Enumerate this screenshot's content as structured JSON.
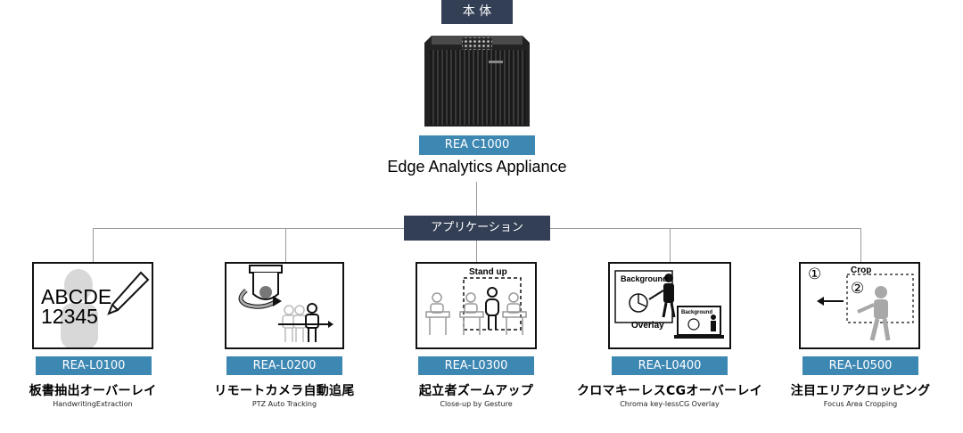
{
  "main_unit": {
    "header": "本 体",
    "model": "REA C1000",
    "name": "Edge Analytics Appliance"
  },
  "apps_header": "アプリケーション",
  "apps": [
    {
      "model": "REA-L0100",
      "title": "板書抽出オーバーレイ",
      "subtitle": "HandwritingExtraction",
      "illustration_text": [
        "ABCDE",
        "12345"
      ]
    },
    {
      "model": "REA-L0200",
      "title": "リモートカメラ自動追尾",
      "subtitle": "PTZ Auto Tracking"
    },
    {
      "model": "REA-L0300",
      "title": "起立者ズームアップ",
      "subtitle": "Close-up by Gesture",
      "illustration_text": [
        "Stand up"
      ]
    },
    {
      "model": "REA-L0400",
      "title": "クロマキーレスCGオーバーレイ",
      "subtitle": "Chroma key-lessCG Overlay",
      "illustration_text": [
        "Background",
        "Overlay",
        "Background"
      ]
    },
    {
      "model": "REA-L0500",
      "title": "注目エリアクロッピング",
      "subtitle": "Focus Area Cropping",
      "illustration_text": [
        "①",
        "Crop",
        "②"
      ]
    }
  ],
  "colors": {
    "header_bg": "#333f55",
    "model_tag_bg": "#3d87b3",
    "connector": "#9a9a9a"
  }
}
